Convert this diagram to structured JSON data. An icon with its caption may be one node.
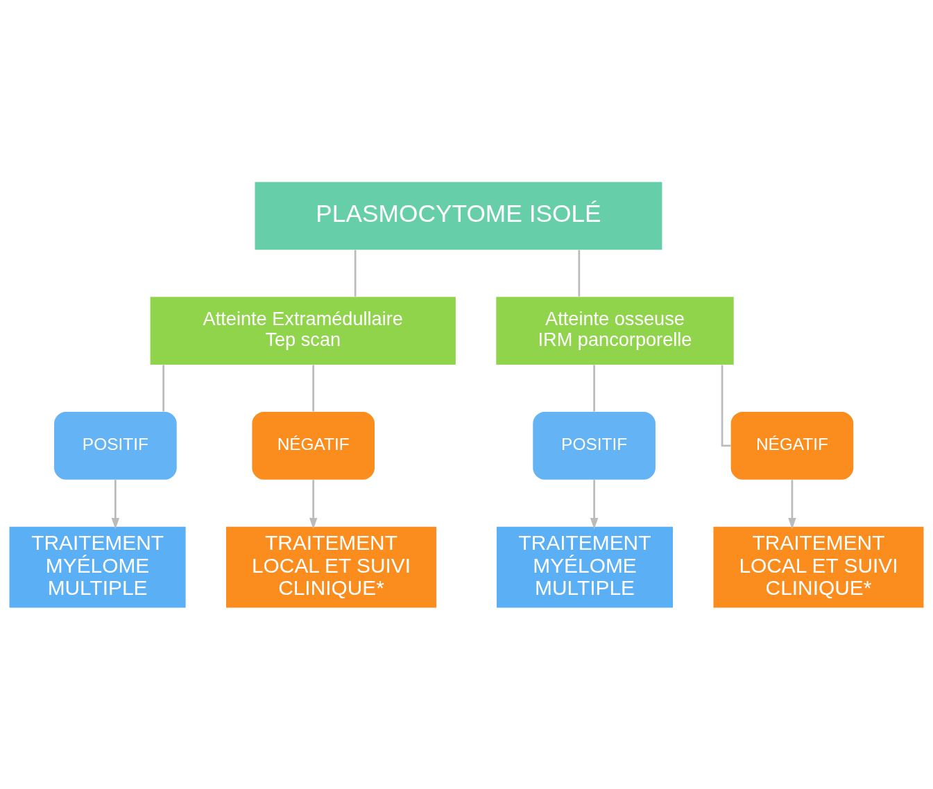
{
  "diagram": {
    "nodes": [
      {
        "text": [
          "PLASMOCYTOME ISOLÉ"
        ]
      },
      {
        "text": [
          "Atteinte Extramédullaire",
          "Tep scan"
        ]
      },
      {
        "text": [
          "Atteinte osseuse",
          "IRM pancorporelle"
        ]
      },
      {
        "text": [
          "POSITIF"
        ]
      },
      {
        "text": [
          "NÉGATIF"
        ]
      },
      {
        "text": [
          "TRAITEMENT MYÉLOME MULTIPLE"
        ]
      },
      {
        "text": [
          "TRAITEMENT LOCAL ET SUIVI CLINIQUE*"
        ]
      },
      {
        "text": [
          "POSITIF"
        ]
      },
      {
        "text": [
          "NÉGATIF"
        ]
      },
      {
        "text": [
          "TRAITEMENT MYÉLOME MULTIPLE"
        ]
      },
      {
        "text": [
          "TRAITEMENT LOCAL ET SUIVI CLINIQUE*"
        ]
      }
    ],
    "edges": [
      {
        "from": 0,
        "to": 1,
        "arrow": "none"
      },
      {
        "from": 0,
        "to": 2,
        "arrow": "none"
      },
      {
        "from": 1,
        "to": 3,
        "arrow": "none"
      },
      {
        "from": 1,
        "to": 4,
        "arrow": "none"
      },
      {
        "from": 3,
        "to": 5,
        "arrow": "to"
      },
      {
        "from": 4,
        "to": 6,
        "arrow": "to"
      },
      {
        "from": 2,
        "to": 7,
        "arrow": "none"
      },
      {
        "from": 2,
        "to": 8,
        "arrow": "none"
      },
      {
        "from": 7,
        "to": 9,
        "arrow": "to"
      },
      {
        "from": 8,
        "to": 10,
        "arrow": "to"
      }
    ]
  }
}
